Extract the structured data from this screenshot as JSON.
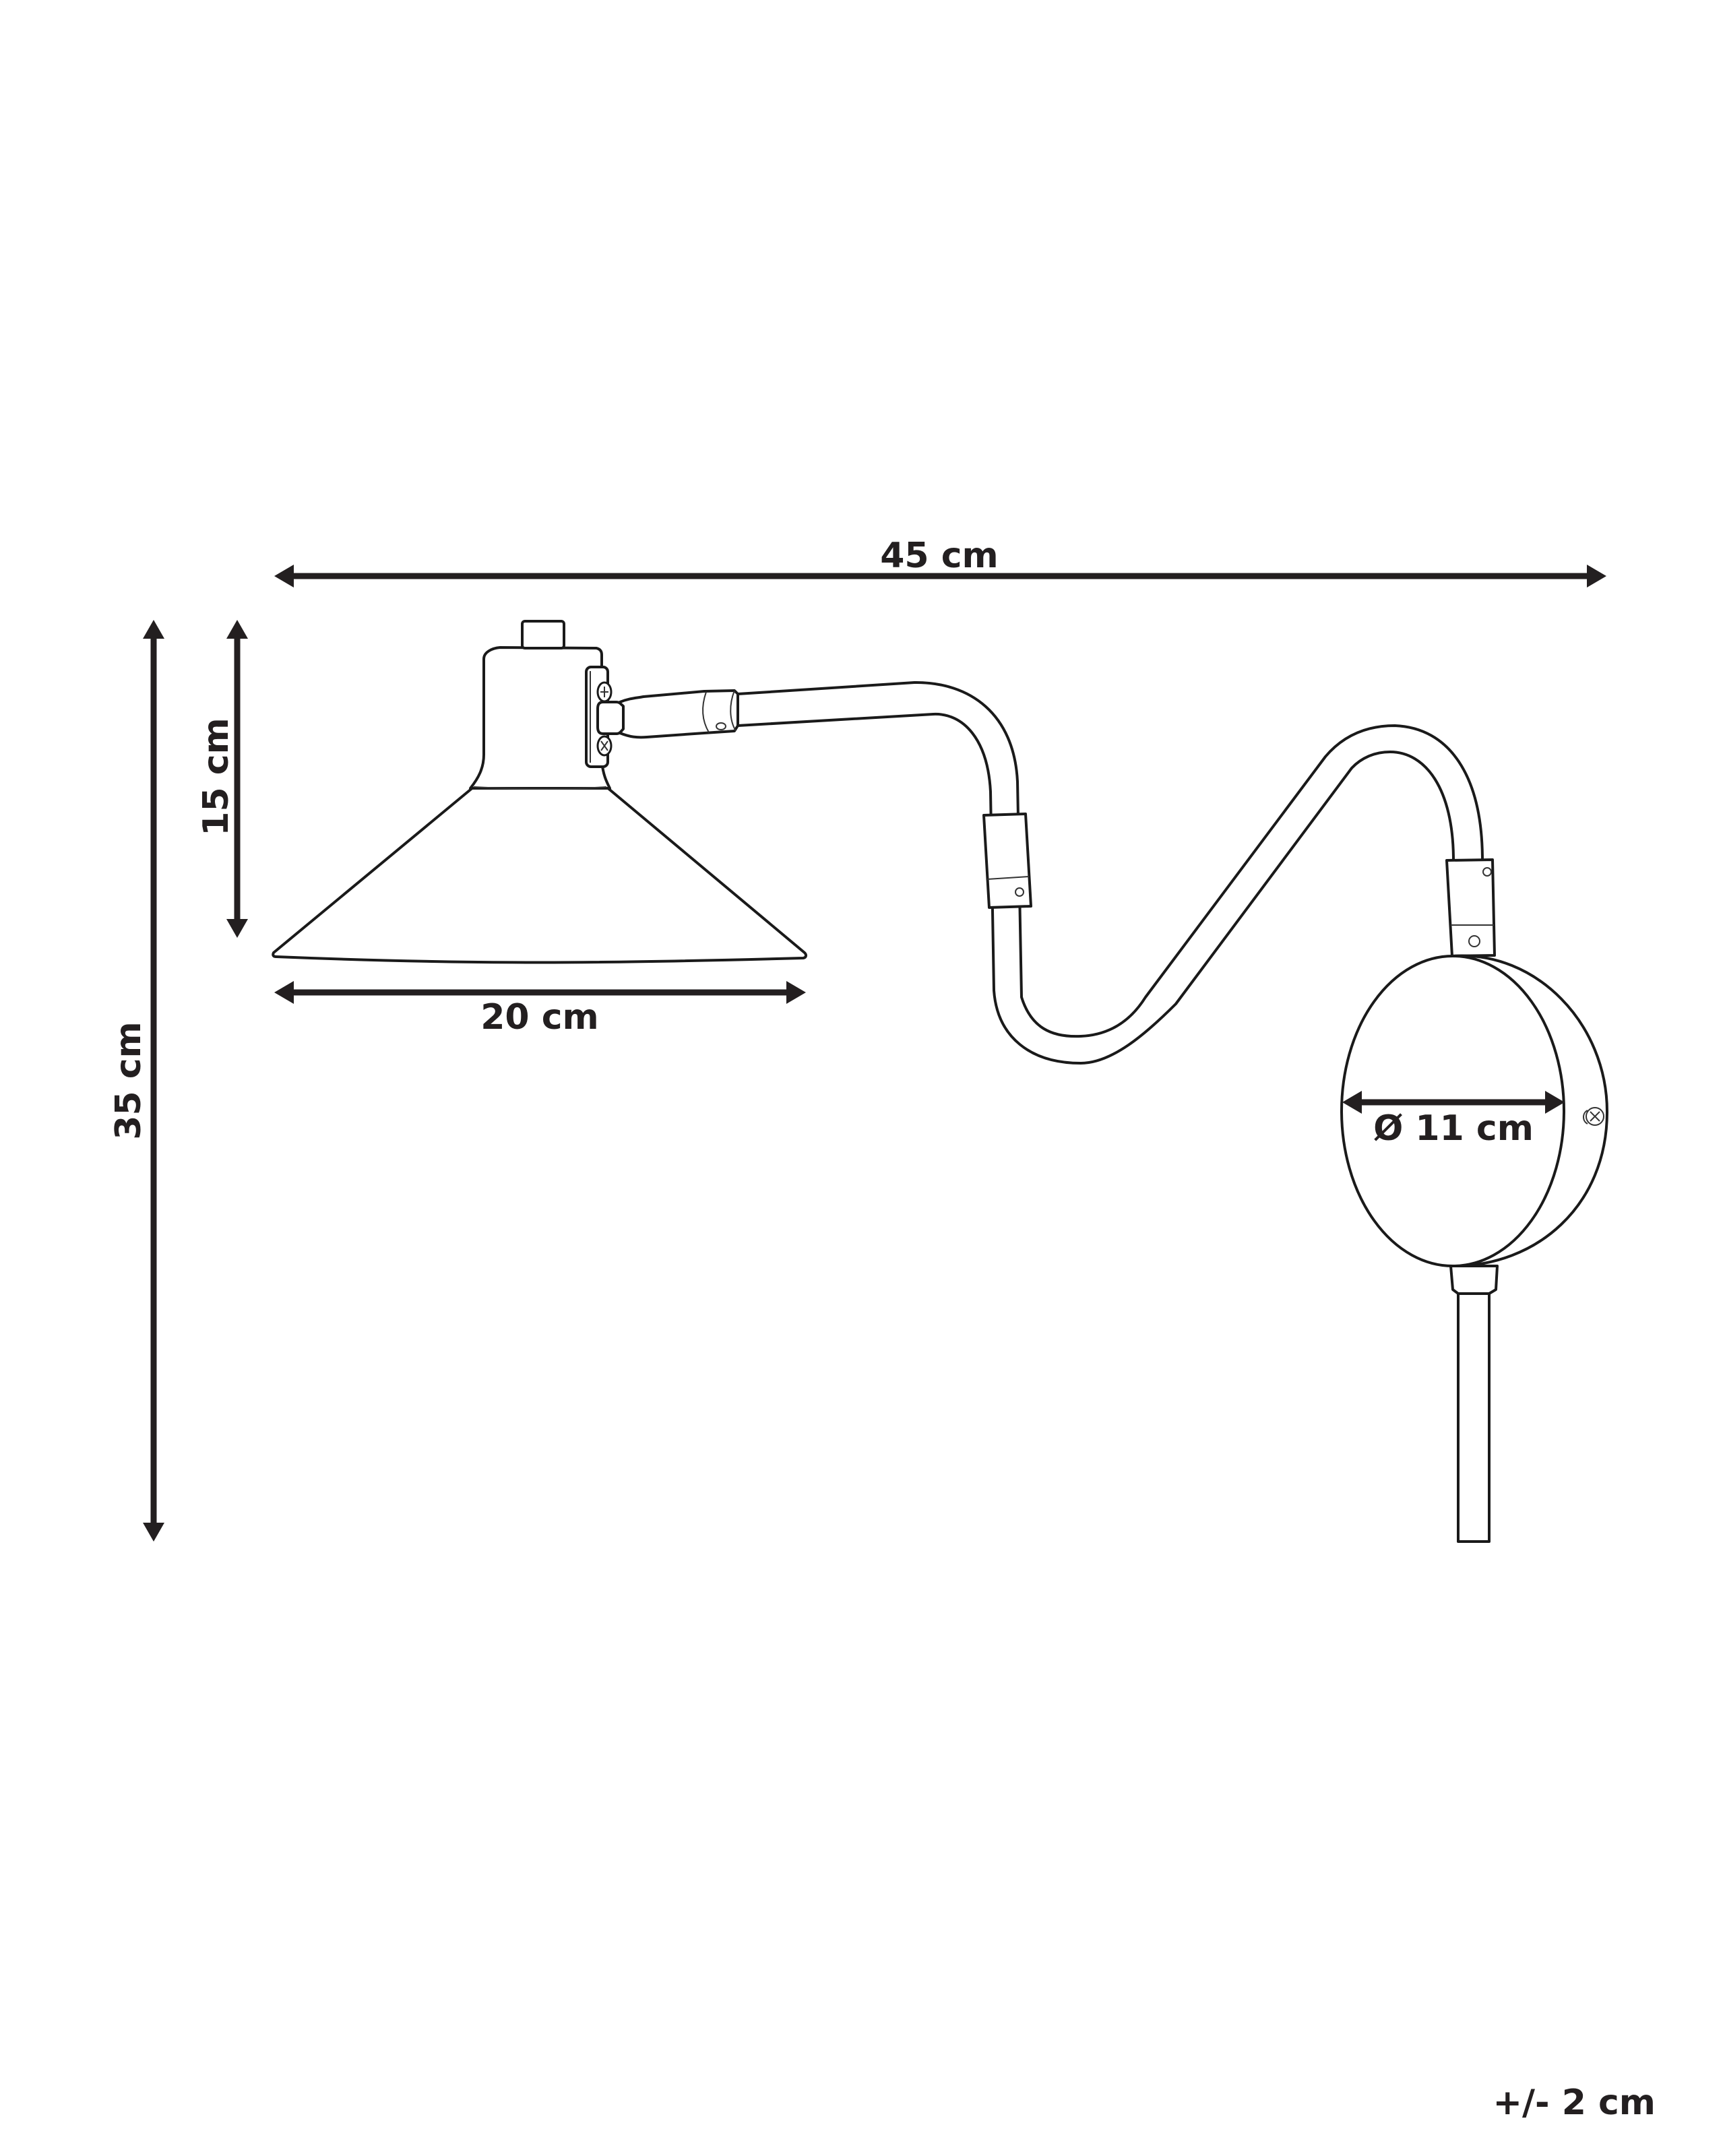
{
  "diagram": {
    "type": "product dimension drawing",
    "subject": "wall lamp with swing arm",
    "line_color": "#231f20",
    "background": "#ffffff"
  },
  "dimensions": {
    "overall_width": {
      "label": "45 cm",
      "value": 45,
      "unit": "cm"
    },
    "overall_height": {
      "label": "35 cm",
      "value": 35,
      "unit": "cm"
    },
    "shade_height": {
      "label": "15 cm",
      "value": 15,
      "unit": "cm"
    },
    "shade_width": {
      "label": "20 cm",
      "value": 20,
      "unit": "cm"
    },
    "canopy_diameter": {
      "label": "Ø 11 cm",
      "value": 11,
      "unit": "cm"
    }
  },
  "tolerance": {
    "label": "+/- 2 cm"
  }
}
